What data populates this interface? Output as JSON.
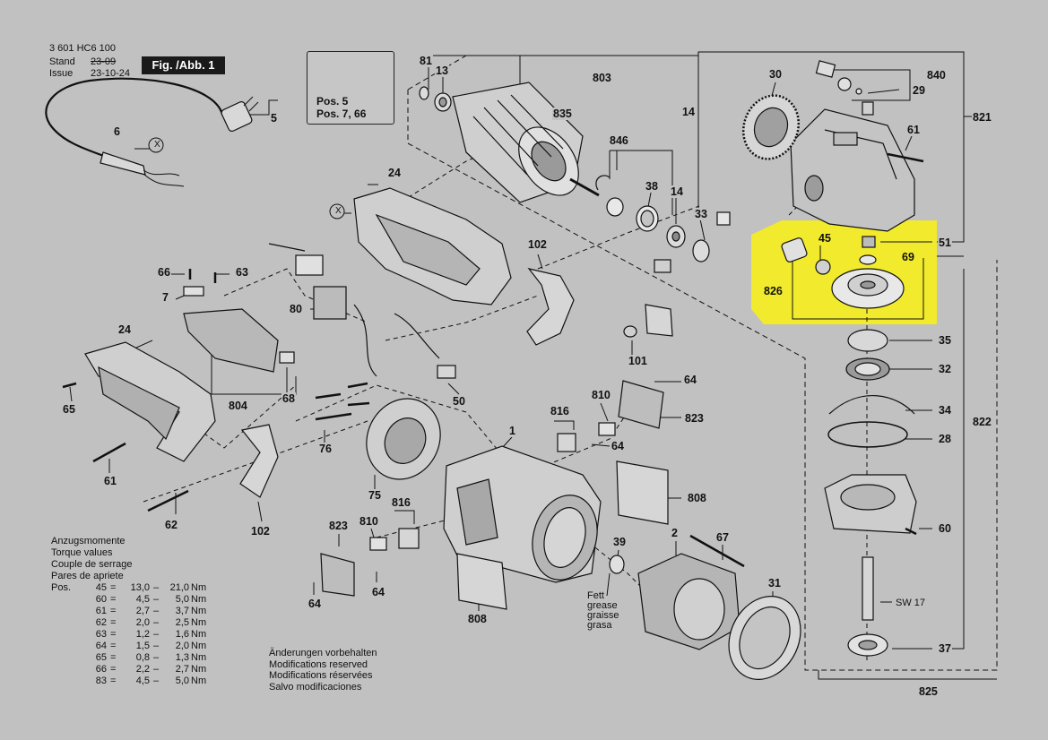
{
  "header": {
    "doc_number": "3 601 HC6 100",
    "stand_label": "Stand",
    "stand_struck": "23-09",
    "issue_label": "Issue",
    "issue_value": "23-10-24",
    "figure_label": "Fig. /Abb. 1"
  },
  "warning": {
    "pos_line_1": "Pos. 5",
    "pos_line_2": "Pos. 7, 66"
  },
  "callouts": [
    "81",
    "13",
    "803",
    "835",
    "846",
    "38",
    "14",
    "33",
    "30",
    "840",
    "29",
    "821",
    "61",
    "45",
    "51",
    "69",
    "826",
    "35",
    "32",
    "34",
    "28",
    "822",
    "60",
    "SW 17",
    "37",
    "825",
    "24",
    "102",
    "101",
    "66",
    "63",
    "7",
    "80",
    "50",
    "68",
    "804",
    "24",
    "65",
    "61",
    "62",
    "102",
    "76",
    "75",
    "1",
    "816",
    "810",
    "64",
    "823",
    "808",
    "39",
    "2",
    "67",
    "31",
    "823",
    "810",
    "816",
    "64",
    "64",
    "808",
    "X",
    "X"
  ],
  "grease_label": [
    "Fett",
    "grease",
    "graisse",
    "grasa"
  ],
  "torque": {
    "headings": [
      "Anzugsmomente",
      "Torque values",
      "Couple de serrage",
      "Pares de apriete"
    ],
    "prefix": "Pos.",
    "rows": [
      {
        "pos": "45",
        "min": "13,0",
        "max": "21,0",
        "unit": "Nm"
      },
      {
        "pos": "60",
        "min": "4,5",
        "max": "5,0",
        "unit": "Nm"
      },
      {
        "pos": "61",
        "min": "2,7",
        "max": "3,7",
        "unit": "Nm"
      },
      {
        "pos": "62",
        "min": "2,0",
        "max": "2,5",
        "unit": "Nm"
      },
      {
        "pos": "63",
        "min": "1,2",
        "max": "1,6",
        "unit": "Nm"
      },
      {
        "pos": "64",
        "min": "1,5",
        "max": "2,0",
        "unit": "Nm"
      },
      {
        "pos": "65",
        "min": "0,8",
        "max": "1,3",
        "unit": "Nm"
      },
      {
        "pos": "66",
        "min": "2,2",
        "max": "2,7",
        "unit": "Nm"
      },
      {
        "pos": "83",
        "min": "4,5",
        "max": "5,0",
        "unit": "Nm"
      }
    ]
  },
  "modifications": [
    "Änderungen vorbehalten",
    "Modifications reserved",
    "Modifications réservées",
    "Salvo modificaciones"
  ],
  "colors": {
    "background": "#c1c1c1",
    "highlight": "#f2ea2c",
    "line": "#111111"
  },
  "icons": [
    "warning-triangle-icon",
    "read-manual-icon"
  ]
}
